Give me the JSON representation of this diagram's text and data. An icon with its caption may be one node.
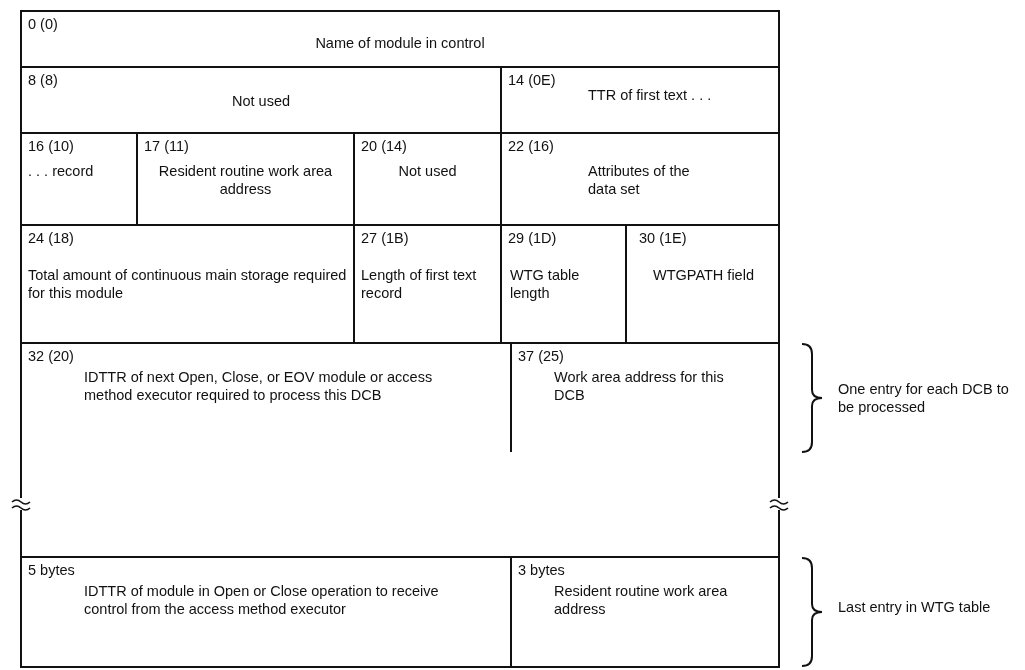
{
  "diagram": {
    "nodes": [
      {
        "text": [
          "0 (0)",
          "Name of module in control"
        ]
      },
      {
        "text": [
          "8 (8)",
          "Not used"
        ]
      },
      {
        "text": [
          "14 (0E)",
          "TTR of first text . . ."
        ]
      },
      {
        "text": [
          "16 (10)",
          ". . . record"
        ]
      },
      {
        "text": [
          "17 (11)",
          "Resident routine work area address"
        ]
      },
      {
        "text": [
          "20 (14)",
          "Not used"
        ]
      },
      {
        "text": [
          "22 (16)",
          "Attributes of the data set"
        ]
      },
      {
        "text": [
          "24 (18)",
          "Total amount of continuous main storage required for this module"
        ]
      },
      {
        "text": [
          "27 (1B)",
          "Length of first text record"
        ]
      },
      {
        "text": [
          "29 (1D)",
          "WTG table length"
        ]
      },
      {
        "text": [
          "30 (1E)",
          "WTGPATH field"
        ]
      },
      {
        "text": [
          "32 (20)",
          "IDTTR of next Open, Close, or EOV module or access method executor required to process this DCB"
        ]
      },
      {
        "text": [
          "37 (25)",
          "Work area address for this DCB"
        ]
      },
      {
        "text": [],
        "shape": "box"
      },
      {
        "text": [
          "5 bytes",
          "IDTTR of module in Open or Close operation to receive control from the access method executor"
        ]
      },
      {
        "text": [
          "3 bytes",
          "Resident routine work area address"
        ]
      }
    ],
    "labels": [
      "One entry for each DCB to be processed",
      "Last entry in WTG table"
    ]
  }
}
